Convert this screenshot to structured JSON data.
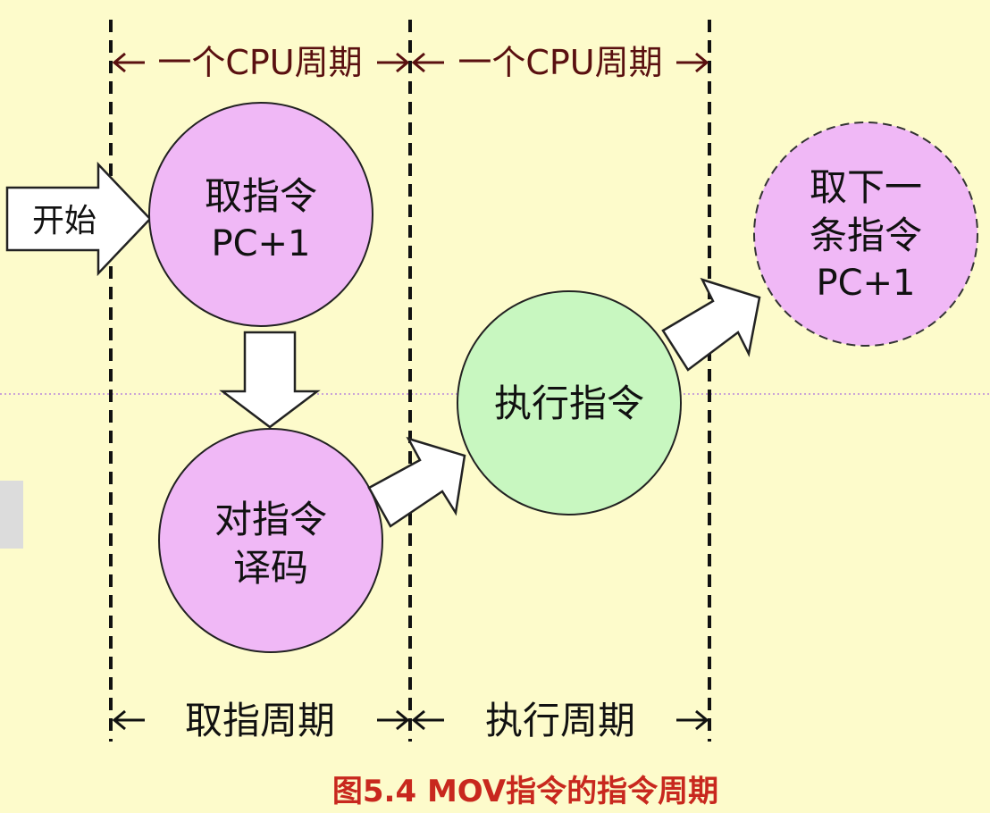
{
  "top_brackets": [
    {
      "label": "一个CPU周期"
    },
    {
      "label": "一个CPU周期"
    }
  ],
  "bottom_brackets": [
    {
      "label": "取指周期"
    },
    {
      "label": "执行周期"
    }
  ],
  "start_arrow": {
    "label": "开始"
  },
  "nodes": {
    "fetch": {
      "line1": "取指令",
      "line2": "PC+1",
      "fill": "#f0b8f6"
    },
    "decode": {
      "line1": "对指令",
      "line2": "译码",
      "fill": "#f0b8f6"
    },
    "execute": {
      "line1": "执行指令",
      "fill": "#c8f7c0"
    },
    "next_fetch": {
      "line1": "取下一",
      "line2": "条指令",
      "line3": "PC+1",
      "fill": "#f0b8f6"
    }
  },
  "caption": "图5.4 MOV指令的指令周期",
  "colors": {
    "background": "#fdfbcb",
    "bracket_text": "#5a1010",
    "caption": "#c8281e",
    "dashed_line": "#111111"
  }
}
